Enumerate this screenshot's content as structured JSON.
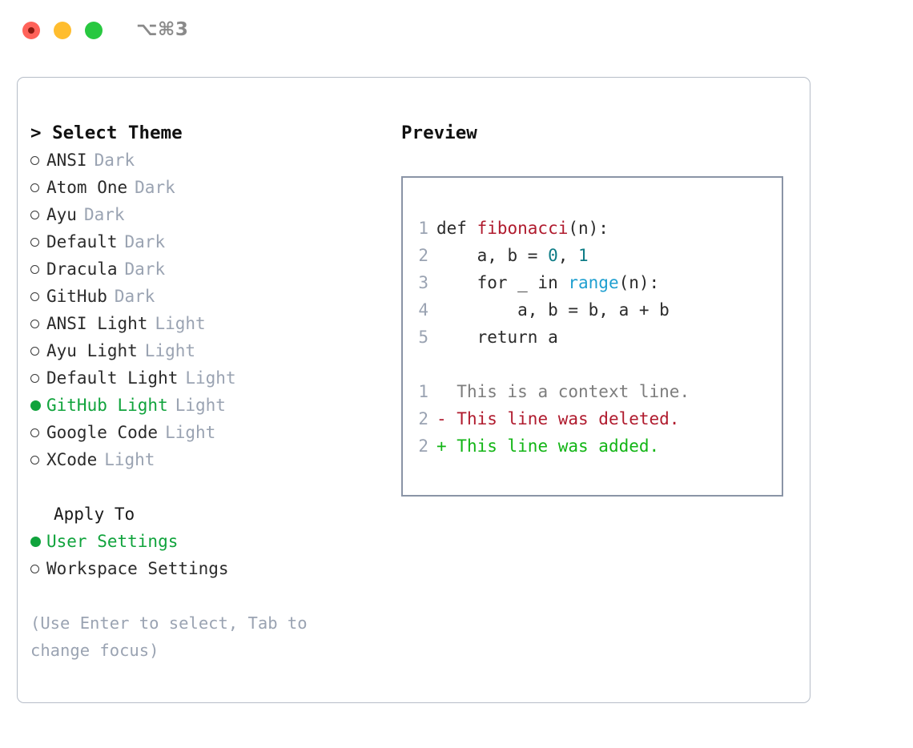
{
  "titlebar": {
    "shortcut": "⌥⌘3",
    "lights": [
      "close-red",
      "minimize-yellow",
      "zoom-green"
    ]
  },
  "theme_picker": {
    "header": "> Select Theme",
    "items": [
      {
        "name": "ANSI",
        "kind": "Dark",
        "selected": false
      },
      {
        "name": "Atom One",
        "kind": "Dark",
        "selected": false
      },
      {
        "name": "Ayu",
        "kind": "Dark",
        "selected": false
      },
      {
        "name": "Default",
        "kind": "Dark",
        "selected": false
      },
      {
        "name": "Dracula",
        "kind": "Dark",
        "selected": false
      },
      {
        "name": "GitHub",
        "kind": "Dark",
        "selected": false
      },
      {
        "name": "ANSI Light",
        "kind": "Light",
        "selected": false
      },
      {
        "name": "Ayu Light",
        "kind": "Light",
        "selected": false
      },
      {
        "name": "Default Light",
        "kind": "Light",
        "selected": false
      },
      {
        "name": "GitHub Light",
        "kind": "Light",
        "selected": true
      },
      {
        "name": "Google Code",
        "kind": "Light",
        "selected": false
      },
      {
        "name": "XCode",
        "kind": "Light",
        "selected": false
      }
    ]
  },
  "apply_to": {
    "label": "Apply To",
    "options": [
      {
        "name": "User Settings",
        "selected": true
      },
      {
        "name": "Workspace Settings",
        "selected": false
      }
    ]
  },
  "hint": "(Use Enter to select, Tab to change focus)",
  "preview": {
    "title": "Preview",
    "code_lines": [
      {
        "no": "1",
        "parts": [
          {
            "t": "def ",
            "c": "plain"
          },
          {
            "t": "fibonacci",
            "c": "fn"
          },
          {
            "t": "(n):",
            "c": "plain"
          }
        ]
      },
      {
        "no": "2",
        "parts": [
          {
            "t": "    a, b = ",
            "c": "plain"
          },
          {
            "t": "0",
            "c": "num"
          },
          {
            "t": ", ",
            "c": "plain"
          },
          {
            "t": "1",
            "c": "num"
          }
        ]
      },
      {
        "no": "3",
        "parts": [
          {
            "t": "    for _ in ",
            "c": "plain"
          },
          {
            "t": "range",
            "c": "call"
          },
          {
            "t": "(n):",
            "c": "plain"
          }
        ]
      },
      {
        "no": "4",
        "parts": [
          {
            "t": "        a, b = b, a + b",
            "c": "plain"
          }
        ]
      },
      {
        "no": "5",
        "parts": [
          {
            "t": "    return a",
            "c": "plain"
          }
        ]
      }
    ],
    "diff_lines": [
      {
        "no": "1",
        "marker": " ",
        "text": " This is a context line.",
        "kind": "ctx"
      },
      {
        "no": "2",
        "marker": "-",
        "text": " This line was deleted.",
        "kind": "del"
      },
      {
        "no": "2",
        "marker": "+",
        "text": " This line was added.",
        "kind": "add"
      }
    ]
  },
  "colors": {
    "selection_green": "#10a33c",
    "muted": "#9aa3b2",
    "function": "#b01b2e",
    "number": "#0e7c86",
    "call": "#1e9fd0",
    "diff_add": "#12b515",
    "diff_del": "#b01b2e",
    "panel_border": "#b6bdc8",
    "preview_border": "#8a94a6"
  }
}
